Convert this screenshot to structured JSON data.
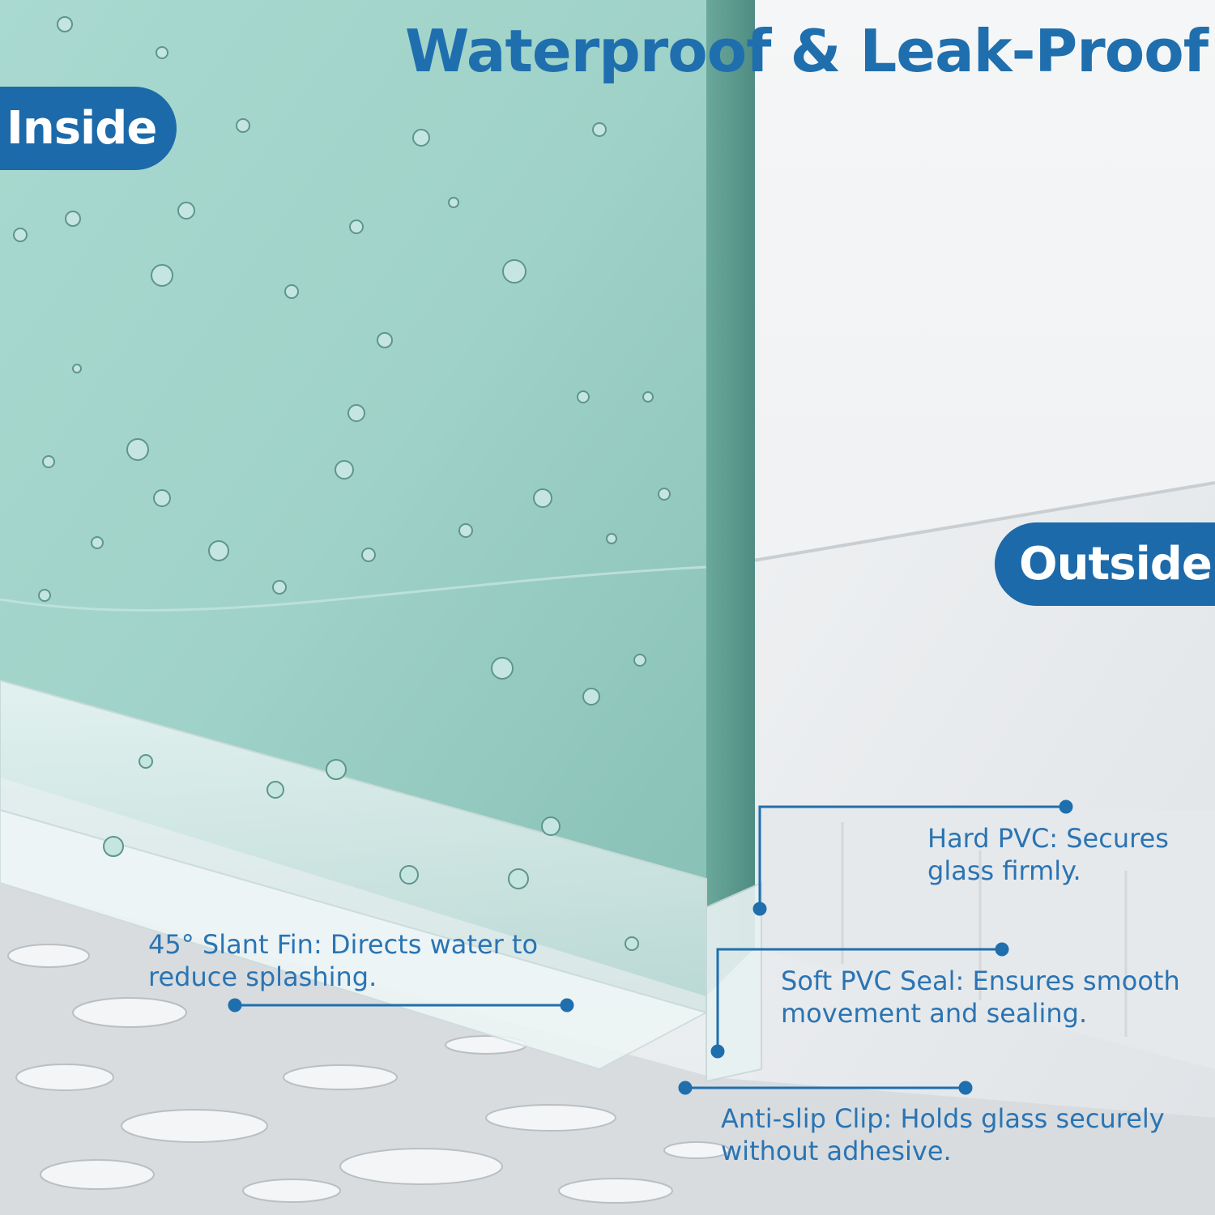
{
  "title": "Waterproof & Leak-Proof",
  "labels": {
    "inside": "Inside",
    "outside": "Outside"
  },
  "callouts": {
    "hard_pvc": "Hard PVC: Secures glass firmly.",
    "soft_pvc": "Soft PVC Seal: Ensures smooth movement and sealing.",
    "anti_slip": "Anti-slip Clip: Holds glass securely without adhesive.",
    "slant_fin": "45° Slant Fin: Directs water to reduce splashing."
  },
  "colors": {
    "accent": "#1c6aaa",
    "callout_text": "#2a74b3",
    "glass": "#9fd0c8",
    "glass_edge": "#5f9f94",
    "floor": "#e3e7ea",
    "wall": "#f2f3f4"
  }
}
